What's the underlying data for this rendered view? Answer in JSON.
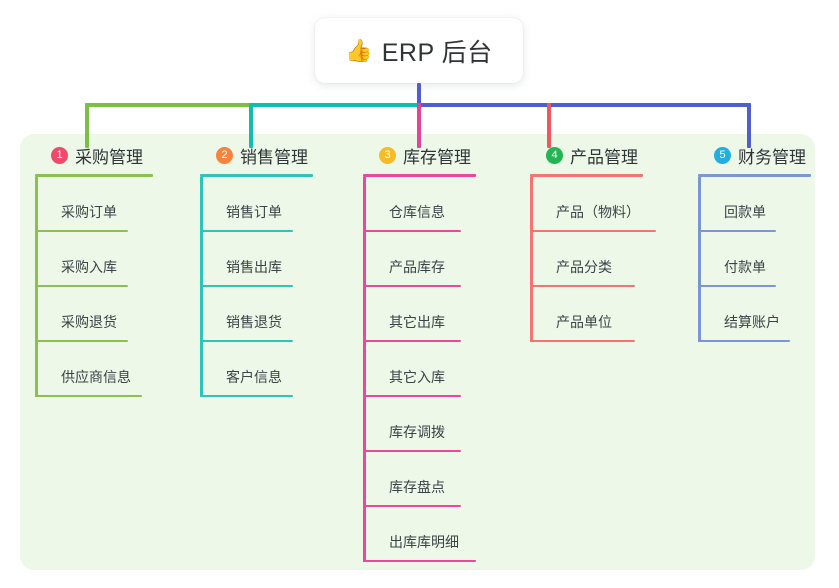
{
  "root": {
    "emoji": "👍",
    "emoji_name": "thumbs-up-icon",
    "label": "ERP 后台"
  },
  "colors": {
    "panel_background": "#eef8e9",
    "page_background": "#ffffff",
    "root_text": "#2f3437",
    "connector_green": "#7ac143",
    "connector_teal": "#0fbfad",
    "connector_blue": "#4d5fd1",
    "connector_pink": "#e0459a",
    "connector_red": "#f0575f"
  },
  "connectors": {
    "root_drop": "#4d5fd1",
    "segments": [
      {
        "name": "bar-green",
        "color": "#7ac143"
      },
      {
        "name": "bar-teal",
        "color": "#0fbfad"
      },
      {
        "name": "bar-blue",
        "color": "#4d5fd1"
      }
    ],
    "stubs": [
      {
        "name": "stub-purchase",
        "color": "#7ac143"
      },
      {
        "name": "stub-sales",
        "color": "#0fbfad"
      },
      {
        "name": "stub-inventory",
        "color": "#e0459a"
      },
      {
        "name": "stub-product",
        "color": "#f0575f"
      },
      {
        "name": "stub-finance",
        "color": "#4d5fd1"
      }
    ]
  },
  "columns": [
    {
      "key": "purchase",
      "number": "1",
      "title": "采购管理",
      "badge_color": "#ee4b6a",
      "line_color": "#8cc152",
      "items": [
        {
          "label": "采购订单"
        },
        {
          "label": "采购入库"
        },
        {
          "label": "采购退货"
        },
        {
          "label": "供应商信息"
        }
      ]
    },
    {
      "key": "sales",
      "number": "2",
      "title": "销售管理",
      "badge_color": "#f5843c",
      "line_color": "#2ec4b6",
      "items": [
        {
          "label": "销售订单"
        },
        {
          "label": "销售出库"
        },
        {
          "label": "销售退货"
        },
        {
          "label": "客户信息"
        }
      ]
    },
    {
      "key": "inventory",
      "number": "3",
      "title": "库存管理",
      "badge_color": "#f6bb26",
      "line_color": "#ec4899",
      "items": [
        {
          "label": "仓库信息"
        },
        {
          "label": "产品库存"
        },
        {
          "label": "其它出库"
        },
        {
          "label": "其它入库"
        },
        {
          "label": "库存调拨"
        },
        {
          "label": "库存盘点"
        },
        {
          "label": "出库库明细"
        }
      ]
    },
    {
      "key": "product",
      "number": "4",
      "title": "产品管理",
      "badge_color": "#22b551",
      "line_color": "#f4746f",
      "items": [
        {
          "label": "产品（物料）"
        },
        {
          "label": "产品分类"
        },
        {
          "label": "产品单位"
        }
      ]
    },
    {
      "key": "finance",
      "number": "5",
      "title": "财务管理",
      "badge_color": "#22aee0",
      "line_color": "#7b96d4",
      "items": [
        {
          "label": "回款单"
        },
        {
          "label": "付款单"
        },
        {
          "label": "结算账户"
        }
      ]
    }
  ]
}
